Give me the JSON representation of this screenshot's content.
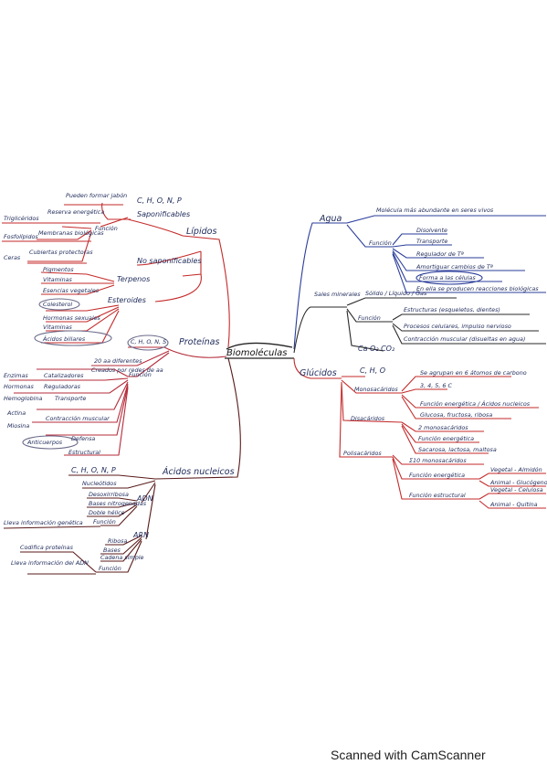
{
  "center": "Biomoléculas",
  "branches": {
    "lipidos": {
      "title": "Lípidos",
      "saponificables": "Saponificables",
      "elements": "C, H, O, N, P",
      "pueden_formar_jabon": "Pueden formar jabón",
      "trigliceridos": "Triglicéridos",
      "reserva_energetica": "Reserva energética",
      "funcion": "Función",
      "fosfolipidos": "Fosfolípidos",
      "membranas_biologicas": "Membranas biológicas",
      "ceras": "Ceras",
      "cubiertas_protectoras": "Cubiertas protectoras",
      "no_saponificables": "No saponificables",
      "terpenos": "Terpenos",
      "pigmentos": "Pigmentos",
      "vitaminas_t": "Vitaminas",
      "esencias_vegetales": "Esencias vegetales",
      "esteroides": "Esteroides",
      "colesterol": "Colesterol",
      "hormonas_sexuales": "Hormonas sexuales",
      "vitaminas_e": "Vitaminas",
      "acidos_biliares": "Ácidos biliares"
    },
    "proteinas": {
      "title": "Proteínas",
      "elements": "C, H, O, N, S",
      "aminoacidos": "20 aa diferentes",
      "cadena": "Creados por redes de aa",
      "funcion": "Función",
      "enzimas": "Enzimas",
      "catalizadores": "Catalizadores",
      "hormonas": "Hormonas",
      "reguladoras": "Reguladoras",
      "hemoglobina": "Hemoglobina",
      "transporte": "Transporte",
      "actina": "Actina",
      "miosina": "Miosina",
      "contraccion": "Contracción muscular",
      "anticuerpos": "Anticuerpos",
      "defensa": "Defensa",
      "estructural": "Estructural"
    },
    "acidos_nucleicos": {
      "title": "Ácidos nucleicos",
      "elements": "C, H, O, N, P",
      "nucleotidos": "Nucleótidos",
      "adn": "ADN",
      "adn_desoxirribosa": "Desoxirribosa",
      "adn_bases": "Bases nitrogenadas",
      "adn_doble": "Doble hélice",
      "adn_funcion": "Función",
      "adn_info": "Lleva información genética",
      "arn": "ARN",
      "arn_ribosa": "Ribosa",
      "arn_bases": "Bases",
      "arn_simple": "Cadena simple",
      "arn_funcion": "Función",
      "arn_codifica": "Codifica proteínas",
      "arn_lleva": "Lleva información del ADN"
    },
    "agua": {
      "title": "Agua",
      "molecula": "Molécula más abundante en seres vivos",
      "funcion": "Función",
      "disolvente": "Disolvente",
      "transporte": "Transporte",
      "regulador": "Regulador de Tª",
      "amortiguar": "Amortiguar cambios de Tª",
      "forma": "Forma a las células",
      "reacciones": "En ella se producen reacciones biológicas"
    },
    "sales": {
      "title": "Sales minerales",
      "estados": "Sólido / Líquido / Gas",
      "funcion": "Función",
      "estructuras": "Estructuras (esqueletos, dientes)",
      "procesos": "Procesos celulares, impulso nervioso",
      "contraccion": "Contracción muscular (disueltas en agua)",
      "gases": "Ca   O₂   CO₂"
    },
    "glucidos": {
      "title": "Glúcidos",
      "elements": "C, H, O",
      "monosacaridos": "Monosacáridos",
      "agrupan": "Se agrupan en 6 átomos de carbono",
      "carbonos": "3, 4, 5, 6 C",
      "mono_funcion": "Función energética / Ácidos nucleicos",
      "mono_ejemplos": "Glucosa, fructosa, ribosa",
      "disacaridos": "Disacáridos",
      "di_mono": "2 monosacáridos",
      "di_funcion": "Función energética",
      "di_ejemplos": "Sacarosa, lactosa, maltosa",
      "polisacaridos": "Polisacáridos",
      "poli_mono": "Σ10 monosacáridos",
      "poli_energetica": "Función energética",
      "vegetal_almidon": "Vegetal - Almidón",
      "animal_glucogeno": "Animal - Glucógeno",
      "poli_estructural": "Función estructural",
      "vegetal_celulosa": "Vegetal - Celulosa",
      "animal_quitina": "Animal - Quitina"
    }
  },
  "footer": "Scanned with CamScanner",
  "colors": {
    "lipidos": "#c42a2a",
    "proteinas": "#b52b3a",
    "nucleicos": "#5a1a1a",
    "agua": "#2a3c9a",
    "sales": "#2a2a2a",
    "glucidos": "#c42a2a",
    "ink": "#1e2a5a"
  }
}
